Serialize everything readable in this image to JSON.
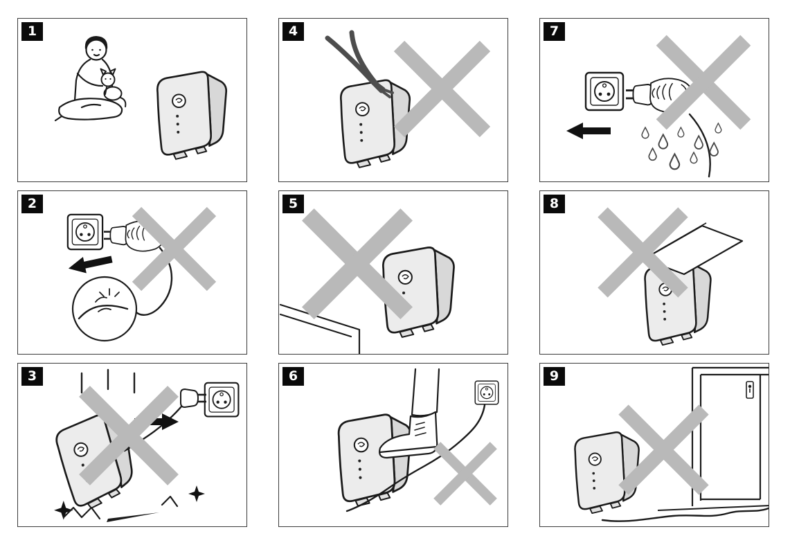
{
  "colors": {
    "prohibition_x": "#b9b9b9",
    "badge_bg": "#0a0a0a",
    "badge_text": "#ffffff",
    "line": "#1a1a1a",
    "panel_border": "#3a3a3a"
  },
  "panels": [
    {
      "number": "1",
      "scene": "child-and-pet-near-device"
    },
    {
      "number": "4",
      "scene": "tool-tampering-prohibited"
    },
    {
      "number": "7",
      "scene": "wet-hands-on-plug-prohibited"
    },
    {
      "number": "2",
      "scene": "pulling-cord-prohibited"
    },
    {
      "number": "5",
      "scene": "placement-on-edge-prohibited"
    },
    {
      "number": "8",
      "scene": "open-container-on-top-prohibited"
    },
    {
      "number": "3",
      "scene": "dropping-device-warning"
    },
    {
      "number": "6",
      "scene": "stepping-on-cord-prohibited"
    },
    {
      "number": "9",
      "scene": "cord-pinched-under-door-prohibited"
    }
  ]
}
